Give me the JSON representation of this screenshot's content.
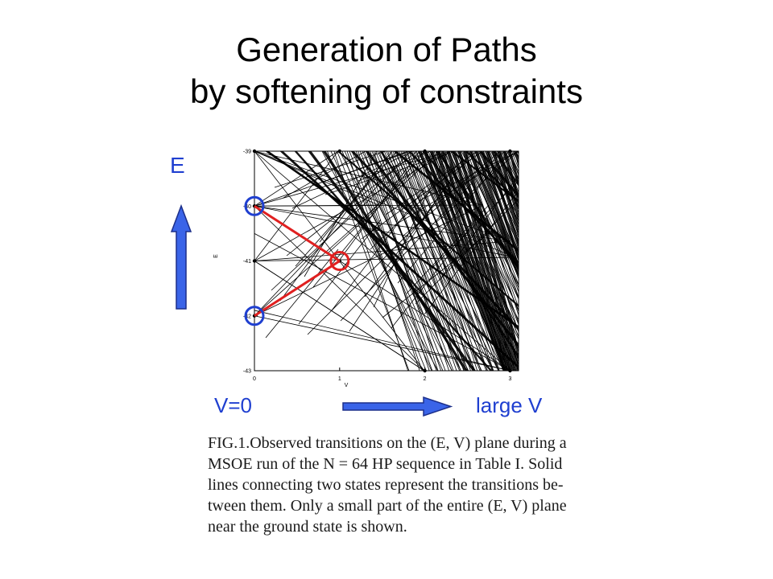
{
  "slide": {
    "title_line1": "Generation of Paths",
    "title_line2": "by softening of constraints",
    "energy_label": "E",
    "v_start_label": "V=0",
    "v_end_label": "large V",
    "caption": "FIG.1.Observed transitions on the (E, V) plane during a\nMSOE run of the N = 64 HP sequence in Table I. Solid\nlines connecting two states represent the transitions be-\ntween them. Only a small part of the entire (E, V) plane\nnear the ground state is shown.",
    "colors": {
      "annotation_blue": "#1f3fd0",
      "arrow_fill": "#3a64e8",
      "highlight_red": "#e02020"
    }
  },
  "chart_data": {
    "type": "scatter",
    "xlabel": "V",
    "ylabel": "E",
    "xlim": [
      0,
      3.1
    ],
    "ylim": [
      -43,
      -39
    ],
    "x_ticks": [
      "0",
      "1",
      "2",
      "3"
    ],
    "y_ticks": [
      "-39",
      "-40",
      "-41",
      "-42",
      "-43"
    ],
    "states": [
      {
        "v": 0,
        "e": -39
      },
      {
        "v": 0,
        "e": -40
      },
      {
        "v": 0,
        "e": -41
      },
      {
        "v": 0,
        "e": -42
      },
      {
        "v": 1,
        "e": -39
      },
      {
        "v": 1,
        "e": -41
      },
      {
        "v": 2,
        "e": -39
      },
      {
        "v": 2,
        "e": -43
      },
      {
        "v": 3,
        "e": -39
      },
      {
        "v": 3,
        "e": -43
      }
    ],
    "highlighted_path": [
      {
        "v": 0,
        "e": -40
      },
      {
        "v": 1,
        "e": -41
      },
      {
        "v": 0,
        "e": -42
      }
    ]
  }
}
